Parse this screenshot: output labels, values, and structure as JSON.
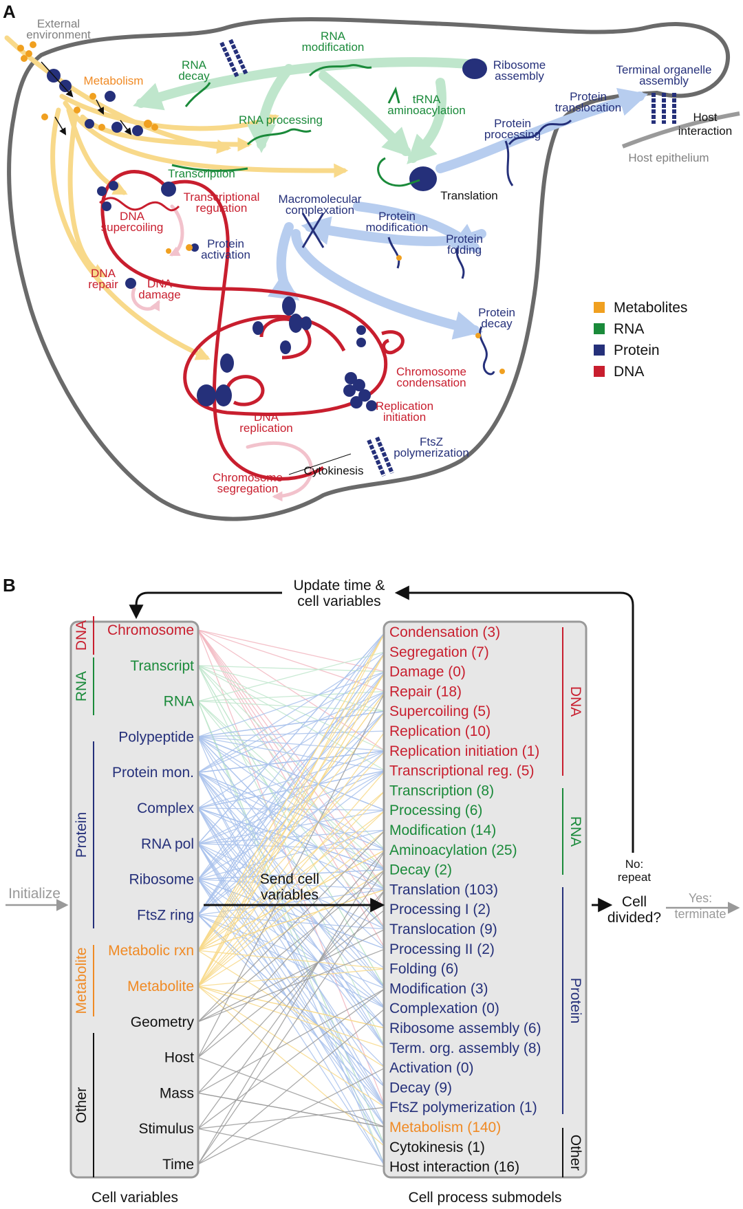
{
  "colors": {
    "metabolite": "#f08a24",
    "rna": "#1a8a3a",
    "protein": "#25307a",
    "dna": "#c81e2e",
    "gray": "#808080",
    "arrow_yellow": "#f8d98a",
    "arrow_green": "#bfe6cc",
    "arrow_blue": "#b7cdef",
    "arrow_pink": "#f2c2cc"
  },
  "panel_a": {
    "letter": "A",
    "labels": {
      "external_env_1": "External",
      "external_env_2": "environment",
      "metabolism": "Metabolism",
      "rna_decay_1": "RNA",
      "rna_decay_2": "decay",
      "rna_mod_1": "RNA",
      "rna_mod_2": "modification",
      "ribosome_1": "Ribosome",
      "ribosome_2": "assembly",
      "terminal_1": "Terminal organelle",
      "terminal_2": "assembly",
      "trna_1": "tRNA",
      "trna_2": "aminoacylation",
      "protein_trans_1": "Protein",
      "protein_trans_2": "translocation",
      "host_int_1": "Host",
      "host_int_2": "interaction",
      "host_epi": "Host epithelium",
      "rna_processing": "RNA processing",
      "protein_proc_1": "Protein",
      "protein_proc_2": "processing",
      "transcription": "Transcription",
      "trans_reg_1": "Transcriptional",
      "trans_reg_2": "regulation",
      "macro_1": "Macromolecular",
      "macro_2": "complexation",
      "translation": "Translation",
      "dna_super_1": "DNA",
      "dna_super_2": "supercoiling",
      "protein_mod_1": "Protein",
      "protein_mod_2": "modification",
      "protein_fold_1": "Protein",
      "protein_fold_2": "folding",
      "protein_act_1": "Protein",
      "protein_act_2": "activation",
      "dna_repair_1": "DNA",
      "dna_repair_2": "repair",
      "dna_damage_1": "DNA",
      "dna_damage_2": "damage",
      "protein_decay_1": "Protein",
      "protein_decay_2": "decay",
      "chrom_cond_1": "Chromosome",
      "chrom_cond_2": "condensation",
      "rep_init_1": "Replication",
      "rep_init_2": "initiation",
      "dna_rep_1": "DNA",
      "dna_rep_2": "replication",
      "ftsz_1": "FtsZ",
      "ftsz_2": "polymerization",
      "chrom_seg_1": "Chromosome",
      "chrom_seg_2": "segregation",
      "cytokinesis": "Cytokinesis"
    },
    "legend": [
      {
        "label": "Metabolites",
        "color": "#f0a020"
      },
      {
        "label": "RNA",
        "color": "#1a8a3a"
      },
      {
        "label": "Protein",
        "color": "#25307a"
      },
      {
        "label": "DNA",
        "color": "#c81e2e"
      }
    ]
  },
  "panel_b": {
    "letter": "B",
    "update_1": "Update time &",
    "update_2": "cell variables",
    "send_1": "Send cell",
    "send_2": "variables",
    "initialize": "Initialize",
    "no_1": "No:",
    "no_2": "repeat",
    "cell_1": "Cell",
    "cell_2": "divided?",
    "yes_1": "Yes:",
    "yes_2": "terminate",
    "caption_left": "Cell variables",
    "caption_right": "Cell process submodels",
    "left_groups": [
      {
        "label": "DNA",
        "color": "#c81e2e"
      },
      {
        "label": "RNA",
        "color": "#1a8a3a"
      },
      {
        "label": "Protein",
        "color": "#25307a"
      },
      {
        "label": "Metabolite",
        "color": "#f08a24"
      },
      {
        "label": "Other",
        "color": "#111111"
      }
    ],
    "variables": [
      {
        "label": "Chromosome",
        "color": "#c81e2e"
      },
      {
        "label": "Transcript",
        "color": "#1a8a3a"
      },
      {
        "label": "RNA",
        "color": "#1a8a3a"
      },
      {
        "label": "Polypeptide",
        "color": "#25307a"
      },
      {
        "label": "Protein mon.",
        "color": "#25307a"
      },
      {
        "label": "Complex",
        "color": "#25307a"
      },
      {
        "label": "RNA pol",
        "color": "#25307a"
      },
      {
        "label": "Ribosome",
        "color": "#25307a"
      },
      {
        "label": "FtsZ ring",
        "color": "#25307a"
      },
      {
        "label": "Metabolic rxn",
        "color": "#f08a24"
      },
      {
        "label": "Metabolite",
        "color": "#f08a24"
      },
      {
        "label": "Geometry",
        "color": "#111111"
      },
      {
        "label": "Host",
        "color": "#111111"
      },
      {
        "label": "Mass",
        "color": "#111111"
      },
      {
        "label": "Stimulus",
        "color": "#111111"
      },
      {
        "label": "Time",
        "color": "#111111"
      }
    ],
    "right_groups": [
      {
        "label": "DNA",
        "color": "#c81e2e"
      },
      {
        "label": "RNA",
        "color": "#1a8a3a"
      },
      {
        "label": "Protein",
        "color": "#25307a"
      },
      {
        "label": "Other",
        "color": "#111111"
      }
    ],
    "submodels": [
      {
        "label": "Condensation (3)",
        "color": "#c81e2e"
      },
      {
        "label": "Segregation (7)",
        "color": "#c81e2e"
      },
      {
        "label": "Damage (0)",
        "color": "#c81e2e"
      },
      {
        "label": "Repair (18)",
        "color": "#c81e2e"
      },
      {
        "label": "Supercoiling (5)",
        "color": "#c81e2e"
      },
      {
        "label": "Replication (10)",
        "color": "#c81e2e"
      },
      {
        "label": "Replication initiation (1)",
        "color": "#c81e2e"
      },
      {
        "label": "Transcriptional reg. (5)",
        "color": "#c81e2e"
      },
      {
        "label": "Transcription (8)",
        "color": "#1a8a3a"
      },
      {
        "label": "Processing (6)",
        "color": "#1a8a3a"
      },
      {
        "label": "Modification (14)",
        "color": "#1a8a3a"
      },
      {
        "label": "Aminoacylation (25)",
        "color": "#1a8a3a"
      },
      {
        "label": "Decay (2)",
        "color": "#1a8a3a"
      },
      {
        "label": "Translation (103)",
        "color": "#25307a"
      },
      {
        "label": "Processing I (2)",
        "color": "#25307a"
      },
      {
        "label": "Translocation (9)",
        "color": "#25307a"
      },
      {
        "label": "Processing II (2)",
        "color": "#25307a"
      },
      {
        "label": "Folding (6)",
        "color": "#25307a"
      },
      {
        "label": "Modification (3)",
        "color": "#25307a"
      },
      {
        "label": "Complexation (0)",
        "color": "#25307a"
      },
      {
        "label": "Ribosome assembly (6)",
        "color": "#25307a"
      },
      {
        "label": "Term. org. assembly (8)",
        "color": "#25307a"
      },
      {
        "label": "Activation (0)",
        "color": "#25307a"
      },
      {
        "label": "Decay (9)",
        "color": "#25307a"
      },
      {
        "label": "FtsZ polymerization (1)",
        "color": "#25307a"
      },
      {
        "label": "Metabolism (140)",
        "color": "#f08a24"
      },
      {
        "label": "Cytokinesis (1)",
        "color": "#111111"
      },
      {
        "label": "Host interaction (16)",
        "color": "#111111"
      }
    ]
  }
}
